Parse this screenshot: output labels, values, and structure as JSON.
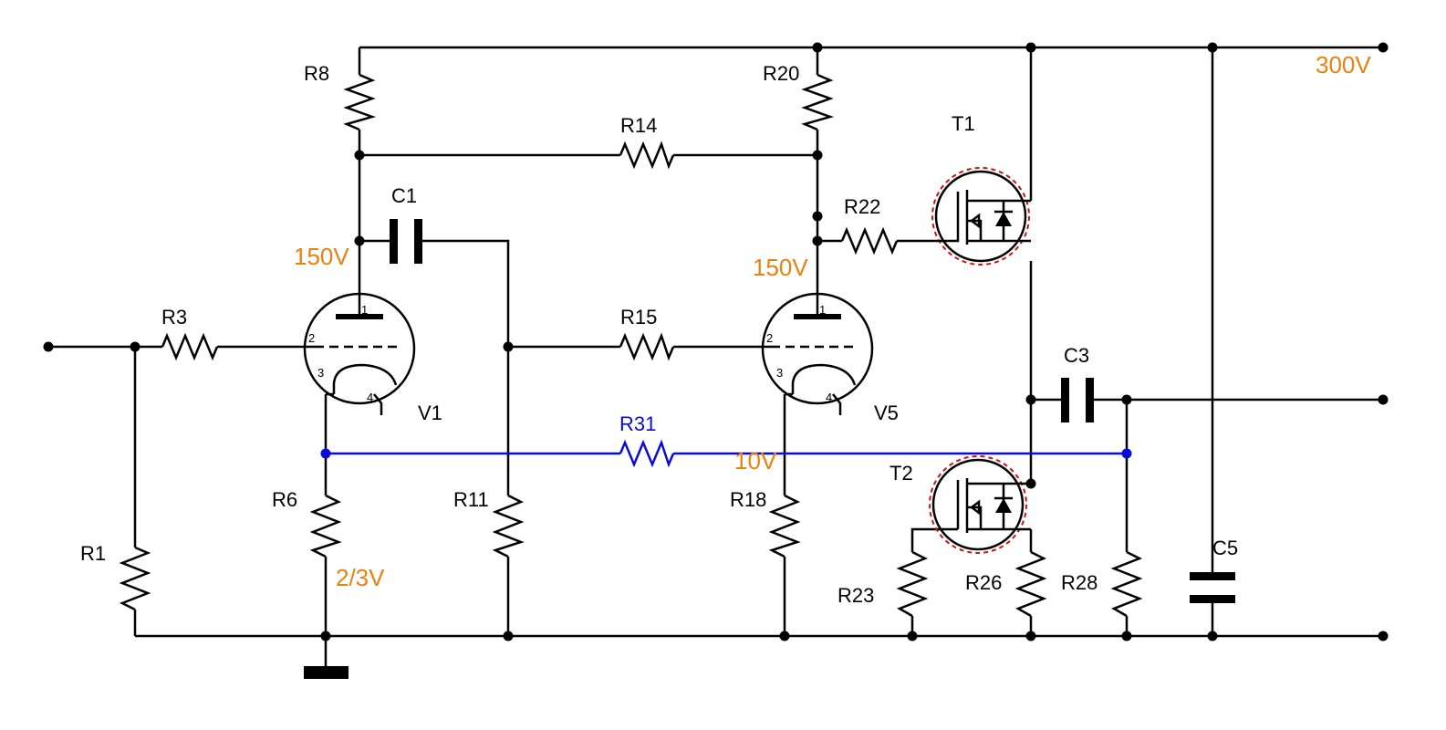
{
  "components": {
    "r1": "R1",
    "r3": "R3",
    "r6": "R6",
    "r8": "R8",
    "r11": "R11",
    "r14": "R14",
    "r15": "R15",
    "r18": "R18",
    "r20": "R20",
    "r22": "R22",
    "r23": "R23",
    "r26": "R26",
    "r28": "R28",
    "r31": "R31",
    "c1": "C1",
    "c3": "C3",
    "c5": "C5",
    "v1": "V1",
    "v5": "V5",
    "t1": "T1",
    "t2": "T2"
  },
  "voltages": {
    "supply": "300V",
    "v1_anode": "150V",
    "v5_anode": "150V",
    "cathode_v5": "10V",
    "cathode_v1": "2/3V"
  },
  "pins": {
    "p1": "1",
    "p2": "2",
    "p3": "3",
    "p4": "4"
  },
  "colors": {
    "voltage": "#e8820e",
    "feedback": "#0b0bd6",
    "highlight": "#cc1111"
  }
}
